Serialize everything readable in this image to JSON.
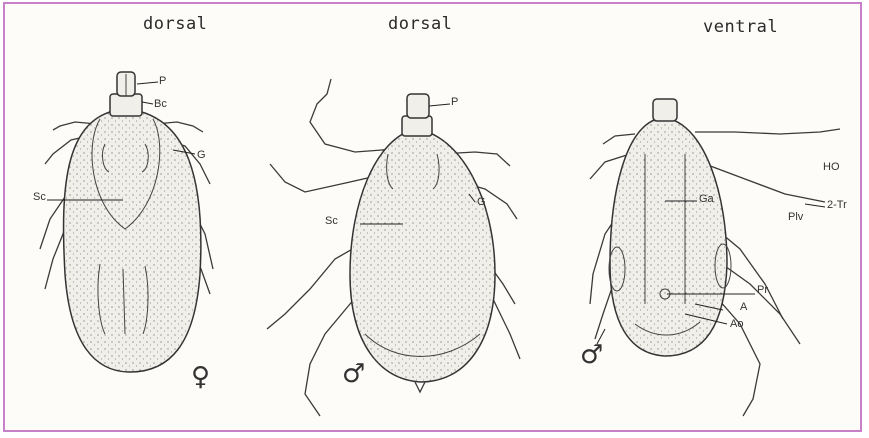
{
  "colors": {
    "border": "#c880c8",
    "ink": "#333333",
    "paper": "#fdfcf9"
  },
  "panels": [
    {
      "title": "dorsal",
      "sex": "♀",
      "labels": {
        "p": "P",
        "bc": "Bc",
        "g": "G",
        "sc": "Sc"
      }
    },
    {
      "title": "dorsal",
      "sex": "♂",
      "labels": {
        "p": "P",
        "sc": "Sc",
        "g": "G"
      }
    },
    {
      "title": "ventral",
      "sex": "♂",
      "labels": {
        "ho": "HO",
        "tr": "2-Tr",
        "pl": "Plv",
        "ga": "Ga",
        "pr": "Pr",
        "a": "A",
        "ao": "Ao"
      }
    }
  ]
}
